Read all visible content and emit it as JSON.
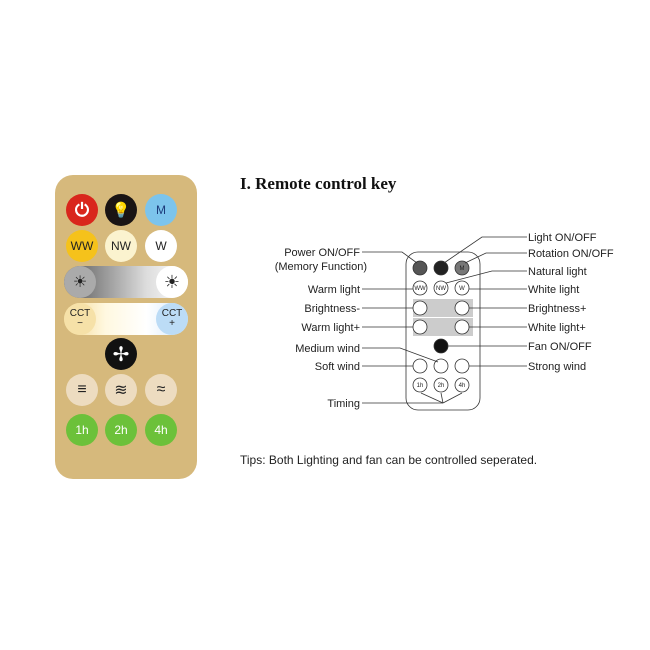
{
  "title": "I. Remote control key",
  "tips": "Tips: Both Lighting and fan can be controlled seperated.",
  "remote_buttons": {
    "m": "M",
    "ww": "WW",
    "nw": "NW",
    "w": "W",
    "cct": "CCT",
    "minus": "−",
    "plus": "+",
    "t1": "1h",
    "t2": "2h",
    "t4": "4h"
  },
  "labels_left": {
    "power": "Power ON/OFF",
    "power_sub": "(Memory Function)",
    "warm": "Warm light",
    "bright_minus": "Brightness-",
    "warm_plus": "Warm light+",
    "medium": "Medium wind",
    "soft": "Soft wind",
    "timing": "Timing"
  },
  "labels_right": {
    "light": "Light ON/OFF",
    "rotation": "Rotation ON/OFF",
    "natural": "Natural light",
    "white": "White light",
    "bright_plus": "Brightness+",
    "white_plus": "White light+",
    "fan": "Fan ON/OFF",
    "strong": "Strong wind"
  },
  "colors": {
    "body": "#d6b97c",
    "power": "#d9261c",
    "m": "#7cc4ec",
    "ww": "#f5c21b",
    "nw": "#fbf3cf",
    "timer": "#6cc13a",
    "wind": "#eddcc0"
  }
}
